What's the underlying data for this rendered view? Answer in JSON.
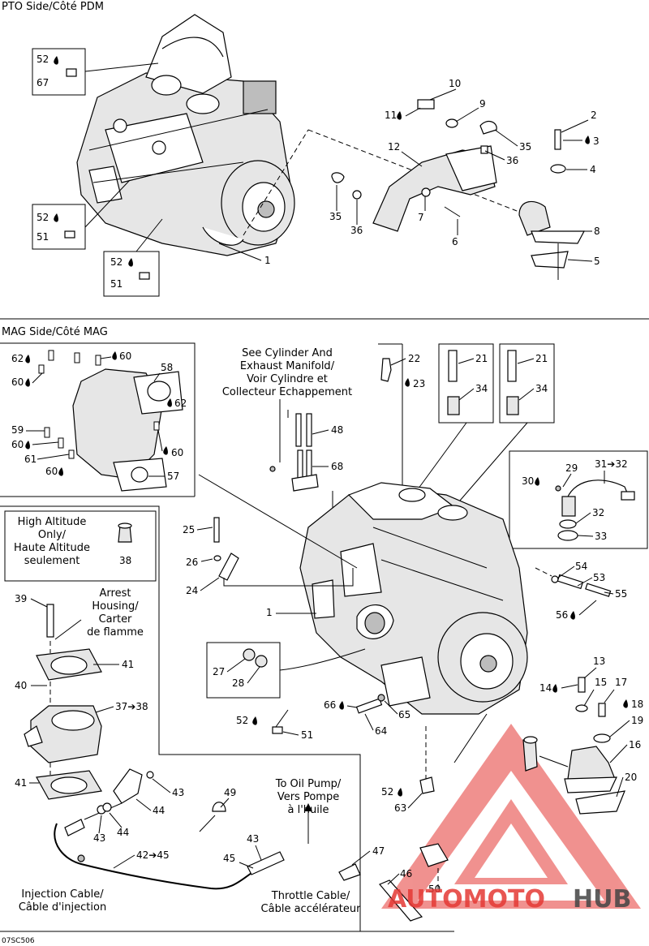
{
  "sections": {
    "pto": "PTO Side/Côté PDM",
    "mag": "MAG Side/Côté MAG"
  },
  "drop_icon": "oil-drop-icon",
  "notes": {
    "cylinder_line1": "See Cylinder And",
    "cylinder_line2": "Exhaust Manifold/",
    "cylinder_line3": "Voir Cylindre et",
    "cylinder_line4": "Collecteur Echappement",
    "altitude_line1": "High Altitude",
    "altitude_line2": "Only/",
    "altitude_line3": "Haute Altitude",
    "altitude_line4": "seulement",
    "arrest_line1": "Arrest",
    "arrest_line2": "Housing/",
    "arrest_line3": "Carter",
    "arrest_line4": "de flamme",
    "oilpump_line1": "To Oil Pump/",
    "oilpump_line2": "Vers Pompe",
    "oilpump_line3": "à l'huile",
    "injection_line1": "Injection Cable/",
    "injection_line2": "Câble d'injection",
    "throttle_line1": "Throttle Cable/",
    "throttle_line2": "Câble accélérateur"
  },
  "callouts": {
    "c1a": "1",
    "c1b": "1",
    "c2": "2",
    "c3": "3",
    "c4": "4",
    "c5": "5",
    "c6": "6",
    "c7": "7",
    "c8": "8",
    "c9": "9",
    "c10": "10",
    "c11": "11",
    "c12": "12",
    "c13": "13",
    "c14": "14",
    "c15": "15",
    "c16": "16",
    "c17": "17",
    "c18": "18",
    "c19": "19",
    "c20": "20",
    "c21a": "21",
    "c21b": "21",
    "c22": "22",
    "c23": "23",
    "c24": "24",
    "c25": "25",
    "c26": "26",
    "c27": "27",
    "c28": "28",
    "c29": "29",
    "c30": "30",
    "c31": "31➔32",
    "c32": "32",
    "c33": "33",
    "c34a": "34",
    "c34b": "34",
    "c35a": "35",
    "c35b": "35",
    "c36a": "36",
    "c36b": "36",
    "c37": "37➔38",
    "c38": "38",
    "c39": "39",
    "c40": "40",
    "c41a": "41",
    "c41b": "41",
    "c42": "42➔45",
    "c43a": "43",
    "c43b": "43",
    "c43c": "43",
    "c44a": "44",
    "c44b": "44",
    "c45": "45",
    "c46": "46",
    "c47": "47",
    "c48": "48",
    "c49": "49",
    "c50": "50",
    "c51a": "51",
    "c51b": "51",
    "c51c": "51",
    "c52a": "52",
    "c52b": "52",
    "c52c": "52",
    "c52d": "52",
    "c52e": "52",
    "c53": "53",
    "c54": "54",
    "c55": "55",
    "c56": "56",
    "c57": "57",
    "c58": "58",
    "c59": "59",
    "c60a": "60",
    "c60b": "60",
    "c60c": "60",
    "c60d": "60",
    "c60e": "60",
    "c61": "61",
    "c62a": "62",
    "c62b": "62",
    "c63": "63",
    "c64": "64",
    "c65": "65",
    "c66": "66",
    "c67": "67",
    "c68": "68"
  },
  "watermark": {
    "part1": "AUTOMOTO",
    "part2": "HUB",
    "color_red": "#e53935",
    "color_dark": "#444444"
  },
  "figure_code": "07SC506"
}
